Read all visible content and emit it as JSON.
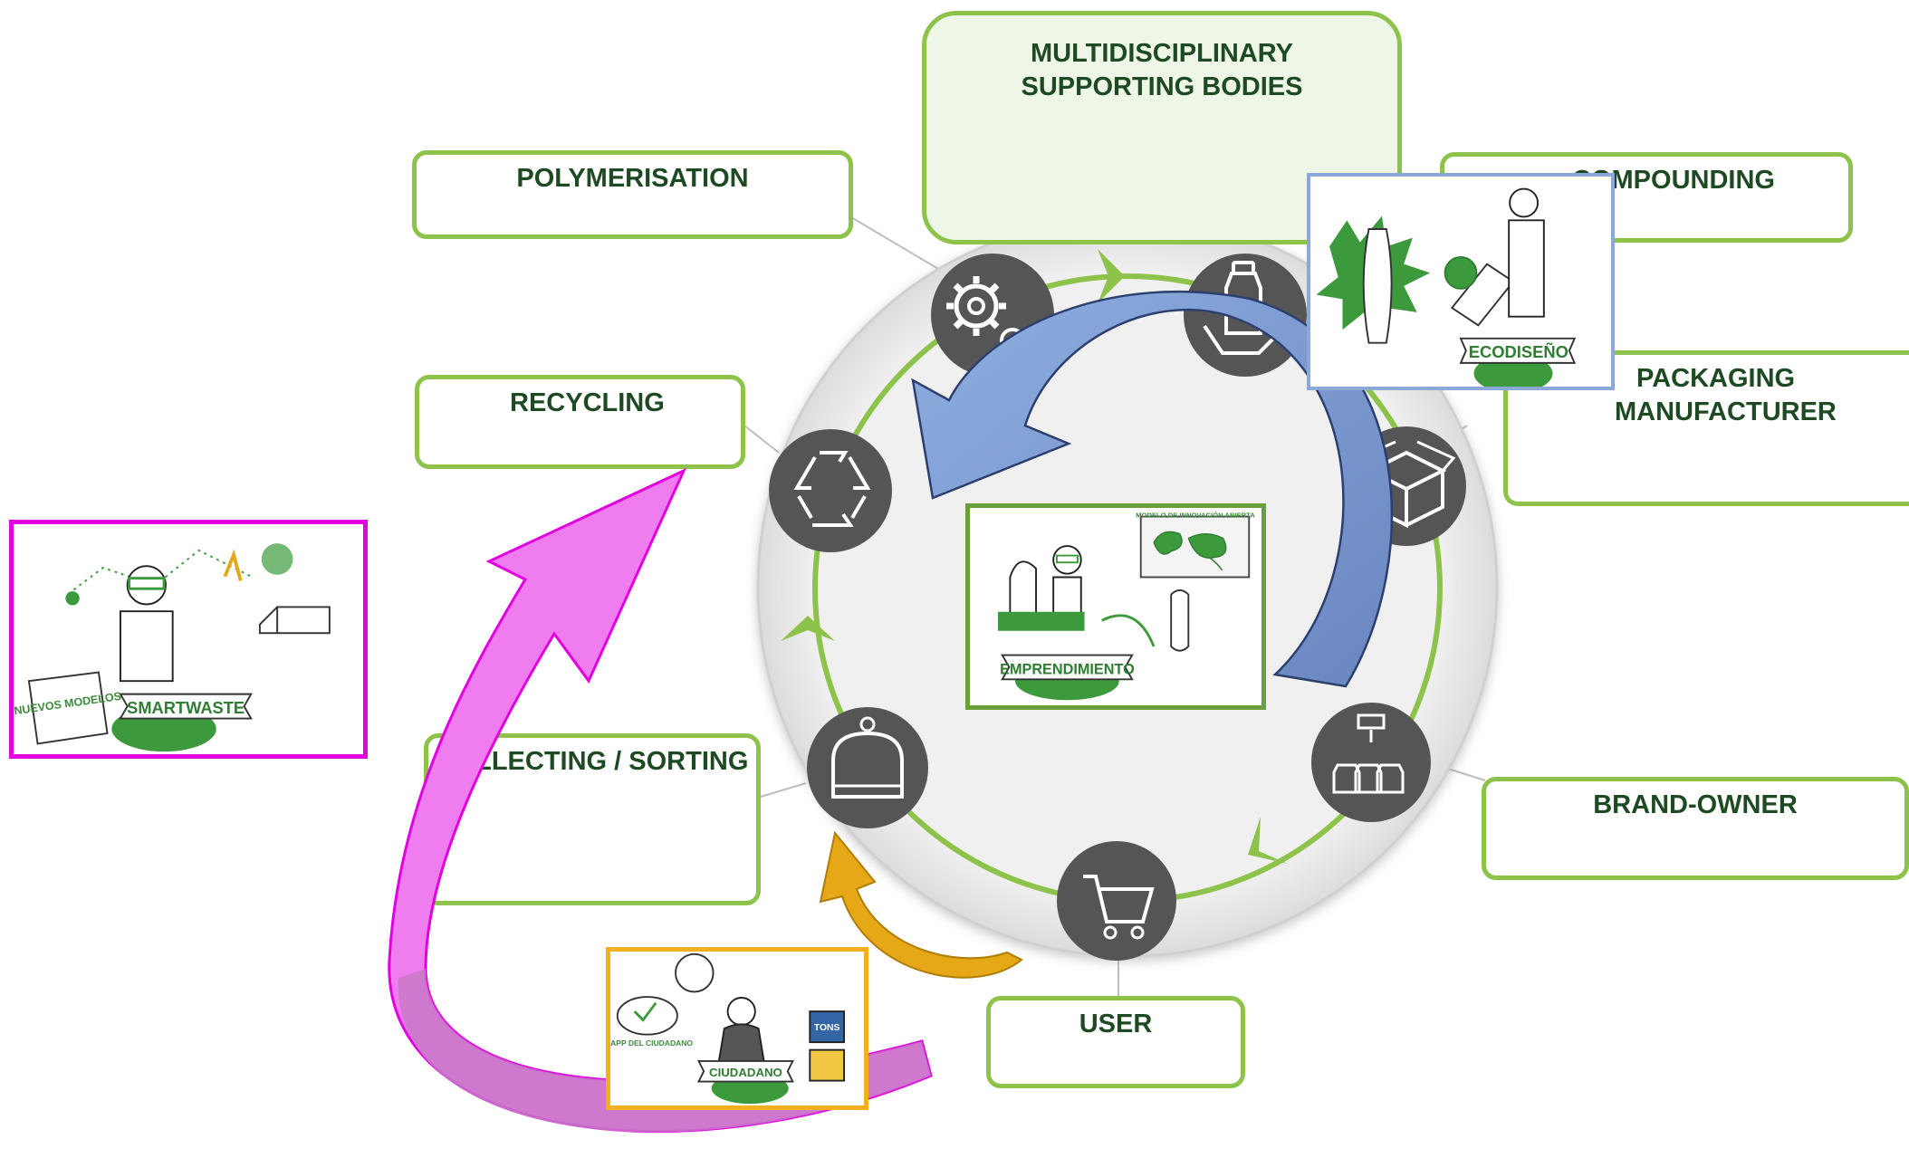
{
  "nodes": {
    "supporting_bodies": {
      "line1": "MULTIDISCIPLINARY",
      "line2": "SUPPORTING BODIES"
    },
    "polymerisation": "POLYMERISATION",
    "compounding": "COMPOUNDING",
    "packaging": {
      "line1": "PACKAGING",
      "line2": "MANUFACTURER"
    },
    "recycling": "RECYCLING",
    "collecting": "COLLECTING / SORTING",
    "brand_owner": "BRAND-OWNER",
    "user": "USER"
  },
  "illustrations": {
    "center": {
      "banner": "EMPRENDIMIENTO",
      "map_title": "MODELO DE INNOVACIÓN ABIERTA"
    },
    "ecodiseno": {
      "banner": "ECODISEÑO"
    },
    "smartwaste": {
      "banner": "SMARTWASTE",
      "sign": "NUEVOS MODELOS"
    },
    "ciudadano": {
      "banner": "CIUDADANO",
      "app": "APP DEL CIUDADANO",
      "bin": "TONS"
    }
  },
  "colors": {
    "accent_green": "#8dc34a",
    "text_green": "#1e4a23",
    "icon_grey": "#555555",
    "ring_fill": "#eeeeee",
    "arrow_blue": "#7f9fd6",
    "arrow_magenta": "#f07df0",
    "arrow_gold": "#e6a817",
    "frame_magenta": "#e000e0",
    "frame_gold": "#f2b01e",
    "frame_blue": "#8aa9d8"
  },
  "icons": [
    "gear-icon",
    "bottle-icon",
    "box-icon",
    "dropper-bottles-icon",
    "cart-icon",
    "bin-icon",
    "recycle-icon"
  ]
}
